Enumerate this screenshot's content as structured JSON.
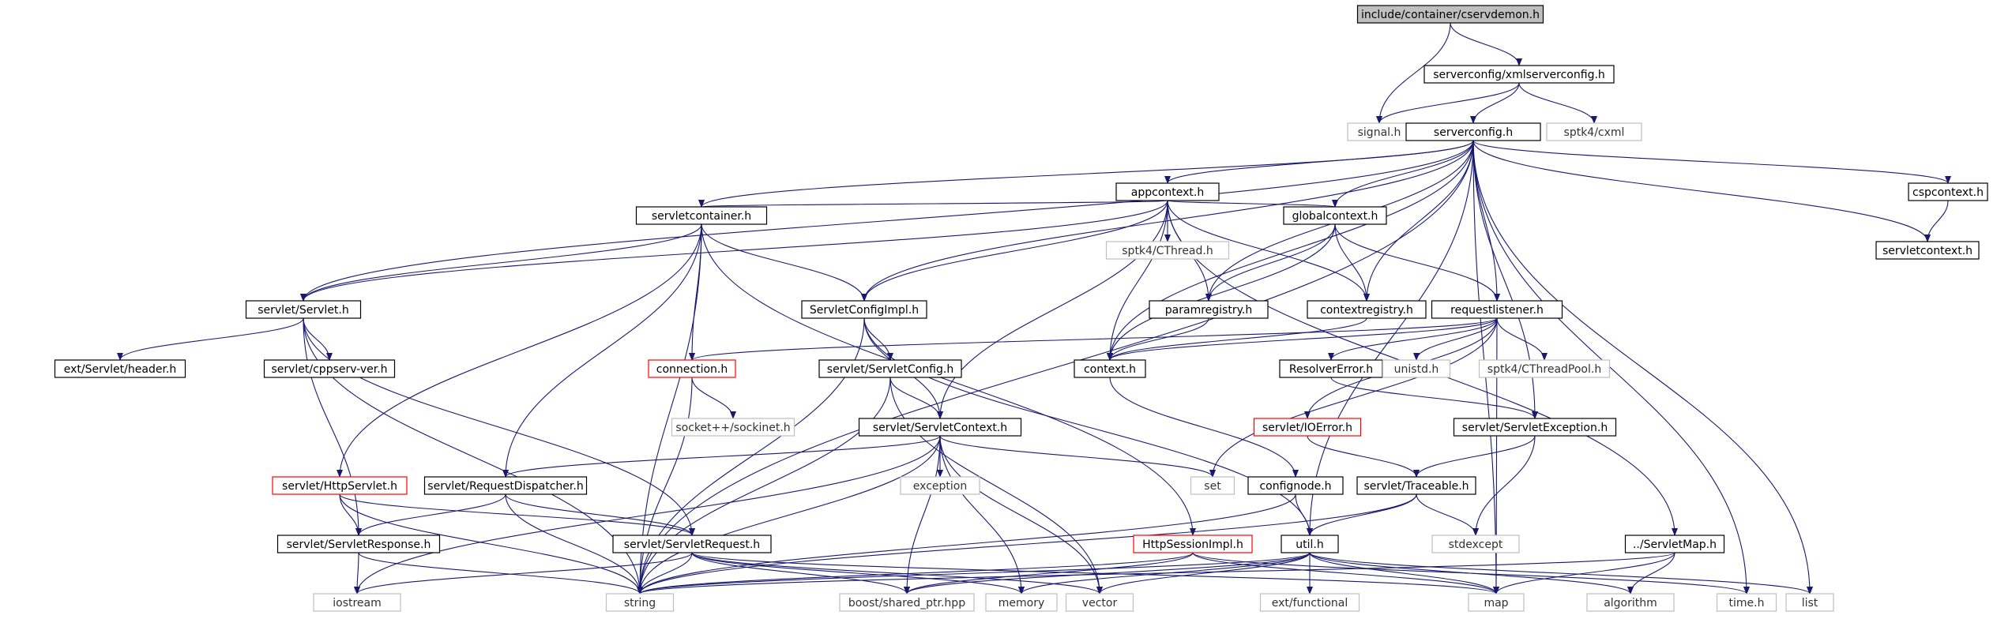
{
  "colors": {
    "edge": "#191970",
    "edge_external": "#a3a3a3",
    "node_border": "#000000",
    "node_border_error": "#ff0000",
    "node_border_external": "#bfbfbf",
    "root_fill": "#bfbfbf",
    "node_fill": "#ffffff",
    "text": "#000000",
    "text_external": "#333333"
  },
  "nodes": {
    "n_root": {
      "label": "include/container/cservdemon.h",
      "kind": "root"
    },
    "n_xmlsc": {
      "label": "serverconfig/xmlserverconfig.h",
      "kind": "normal"
    },
    "n_signal": {
      "label": "signal.h",
      "kind": "external"
    },
    "n_sc": {
      "label": "serverconfig.h",
      "kind": "normal"
    },
    "n_cxml": {
      "label": "sptk4/cxml",
      "kind": "external"
    },
    "n_cspctx": {
      "label": "cspcontext.h",
      "kind": "normal"
    },
    "n_servletctx": {
      "label": "servletcontext.h",
      "kind": "normal"
    },
    "n_appctx": {
      "label": "appcontext.h",
      "kind": "normal"
    },
    "n_cthread": {
      "label": "sptk4/CThread.h",
      "kind": "external"
    },
    "n_globalctx": {
      "label": "globalcontext.h",
      "kind": "normal"
    },
    "n_servletcont": {
      "label": "servletcontainer.h",
      "kind": "normal"
    },
    "n_servlet": {
      "label": "servlet/Servlet.h",
      "kind": "normal"
    },
    "n_scimpl": {
      "label": "ServletConfigImpl.h",
      "kind": "normal"
    },
    "n_paramreg": {
      "label": "paramregistry.h",
      "kind": "normal"
    },
    "n_ctxreg": {
      "label": "contextregistry.h",
      "kind": "normal"
    },
    "n_reqlist": {
      "label": "requestlistener.h",
      "kind": "normal"
    },
    "n_header": {
      "label": "ext/Servlet/header.h",
      "kind": "normal"
    },
    "n_cppserv": {
      "label": "servlet/cppserv-ver.h",
      "kind": "normal"
    },
    "n_conn": {
      "label": "connection.h",
      "kind": "error"
    },
    "n_sconfig": {
      "label": "servlet/ServletConfig.h",
      "kind": "normal"
    },
    "n_context": {
      "label": "context.h",
      "kind": "normal"
    },
    "n_resolver": {
      "label": "ResolverError.h",
      "kind": "normal"
    },
    "n_unistd": {
      "label": "unistd.h",
      "kind": "external"
    },
    "n_ctpool": {
      "label": "sptk4/CThreadPool.h",
      "kind": "external"
    },
    "n_sockinet": {
      "label": "socket++/sockinet.h",
      "kind": "external"
    },
    "n_sctx": {
      "label": "servlet/ServletContext.h",
      "kind": "normal"
    },
    "n_ioerror": {
      "label": "servlet/IOError.h",
      "kind": "error"
    },
    "n_sexc": {
      "label": "servlet/ServletException.h",
      "kind": "normal"
    },
    "n_httpservlet": {
      "label": "servlet/HttpServlet.h",
      "kind": "error"
    },
    "n_reqdisp": {
      "label": "servlet/RequestDispatcher.h",
      "kind": "normal"
    },
    "n_exception": {
      "label": "exception",
      "kind": "external"
    },
    "n_set": {
      "label": "set",
      "kind": "external"
    },
    "n_confignode": {
      "label": "confignode.h",
      "kind": "normal"
    },
    "n_traceable": {
      "label": "servlet/Traceable.h",
      "kind": "normal"
    },
    "n_sresp": {
      "label": "servlet/ServletResponse.h",
      "kind": "normal"
    },
    "n_sreq": {
      "label": "servlet/ServletRequest.h",
      "kind": "normal"
    },
    "n_httpsess": {
      "label": "HttpSessionImpl.h",
      "kind": "error"
    },
    "n_util": {
      "label": "util.h",
      "kind": "normal"
    },
    "n_stdexcept": {
      "label": "stdexcept",
      "kind": "external"
    },
    "n_smap": {
      "label": "../ServletMap.h",
      "kind": "normal"
    },
    "n_iostream": {
      "label": "iostream",
      "kind": "external"
    },
    "n_string": {
      "label": "string",
      "kind": "external"
    },
    "n_sharedptr": {
      "label": "boost/shared_ptr.hpp",
      "kind": "external"
    },
    "n_memory": {
      "label": "memory",
      "kind": "external"
    },
    "n_vector": {
      "label": "vector",
      "kind": "external"
    },
    "n_extfunc": {
      "label": "ext/functional",
      "kind": "external"
    },
    "n_map": {
      "label": "map",
      "kind": "external"
    },
    "n_algorithm": {
      "label": "algorithm",
      "kind": "external"
    },
    "n_time": {
      "label": "time.h",
      "kind": "external"
    },
    "n_list": {
      "label": "list",
      "kind": "external"
    }
  },
  "edges": [
    [
      "n_root",
      "n_xmlsc"
    ],
    [
      "n_root",
      "n_signal"
    ],
    [
      "n_xmlsc",
      "n_signal"
    ],
    [
      "n_xmlsc",
      "n_sc"
    ],
    [
      "n_xmlsc",
      "n_cxml"
    ],
    [
      "n_sc",
      "n_cspctx"
    ],
    [
      "n_sc",
      "n_servletctx"
    ],
    [
      "n_sc",
      "n_appctx"
    ],
    [
      "n_sc",
      "n_globalctx"
    ],
    [
      "n_sc",
      "n_servletcont"
    ],
    [
      "n_sc",
      "n_servlet"
    ],
    [
      "n_sc",
      "n_scimpl"
    ],
    [
      "n_sc",
      "n_paramreg"
    ],
    [
      "n_sc",
      "n_ctxreg"
    ],
    [
      "n_sc",
      "n_reqlist"
    ],
    [
      "n_sc",
      "n_context"
    ],
    [
      "n_sc",
      "n_sexc"
    ],
    [
      "n_sc",
      "n_util"
    ],
    [
      "n_sc",
      "n_string"
    ],
    [
      "n_sc",
      "n_map"
    ],
    [
      "n_sc",
      "n_time"
    ],
    [
      "n_sc",
      "n_list"
    ],
    [
      "n_cspctx",
      "n_servletctx"
    ],
    [
      "n_appctx",
      "n_cthread"
    ],
    [
      "n_appctx",
      "n_globalctx"
    ],
    [
      "n_appctx",
      "n_servletcont"
    ],
    [
      "n_appctx",
      "n_servlet"
    ],
    [
      "n_appctx",
      "n_scimpl"
    ],
    [
      "n_appctx",
      "n_paramreg"
    ],
    [
      "n_appctx",
      "n_ctxreg"
    ],
    [
      "n_appctx",
      "n_context"
    ],
    [
      "n_appctx",
      "n_sctx"
    ],
    [
      "n_appctx",
      "n_smap"
    ],
    [
      "n_globalctx",
      "n_paramreg"
    ],
    [
      "n_globalctx",
      "n_ctxreg"
    ],
    [
      "n_globalctx",
      "n_reqlist"
    ],
    [
      "n_globalctx",
      "n_context"
    ],
    [
      "n_servletcont",
      "n_servlet"
    ],
    [
      "n_servletcont",
      "n_scimpl"
    ],
    [
      "n_servletcont",
      "n_conn"
    ],
    [
      "n_servletcont",
      "n_httpservlet"
    ],
    [
      "n_servletcont",
      "n_reqdisp"
    ],
    [
      "n_servletcont",
      "n_httpsess"
    ],
    [
      "n_servletcont",
      "n_string"
    ],
    [
      "n_servlet",
      "n_header"
    ],
    [
      "n_servlet",
      "n_cppserv"
    ],
    [
      "n_servlet",
      "n_sresp"
    ],
    [
      "n_servlet",
      "n_sreq"
    ],
    [
      "n_servlet",
      "n_string"
    ],
    [
      "n_scimpl",
      "n_sconfig"
    ],
    [
      "n_scimpl",
      "n_sctx"
    ],
    [
      "n_scimpl",
      "n_util"
    ],
    [
      "n_scimpl",
      "n_string"
    ],
    [
      "n_paramreg",
      "n_context"
    ],
    [
      "n_ctxreg",
      "n_context"
    ],
    [
      "n_reqlist",
      "n_context"
    ],
    [
      "n_reqlist",
      "n_conn"
    ],
    [
      "n_reqlist",
      "n_resolver"
    ],
    [
      "n_reqlist",
      "n_unistd"
    ],
    [
      "n_reqlist",
      "n_ctpool"
    ],
    [
      "n_reqlist",
      "n_ioerror"
    ],
    [
      "n_reqlist",
      "n_set"
    ],
    [
      "n_reqlist",
      "n_map"
    ],
    [
      "n_conn",
      "n_sockinet"
    ],
    [
      "n_conn",
      "n_string"
    ],
    [
      "n_sconfig",
      "n_sctx"
    ],
    [
      "n_sconfig",
      "n_string"
    ],
    [
      "n_sconfig",
      "n_vector"
    ],
    [
      "n_context",
      "n_confignode"
    ],
    [
      "n_resolver",
      "n_sexc"
    ],
    [
      "n_sctx",
      "n_exception"
    ],
    [
      "n_sctx",
      "n_set"
    ],
    [
      "n_sctx",
      "n_reqdisp"
    ],
    [
      "n_sctx",
      "n_string"
    ],
    [
      "n_sctx",
      "n_sharedptr"
    ],
    [
      "n_sctx",
      "n_memory"
    ],
    [
      "n_sctx",
      "n_vector"
    ],
    [
      "n_sctx",
      "n_iostream"
    ],
    [
      "n_ioerror",
      "n_traceable"
    ],
    [
      "n_sexc",
      "n_traceable"
    ],
    [
      "n_sexc",
      "n_stdexcept"
    ],
    [
      "n_httpservlet",
      "n_sresp"
    ],
    [
      "n_httpservlet",
      "n_sreq"
    ],
    [
      "n_httpservlet",
      "n_string"
    ],
    [
      "n_reqdisp",
      "n_sresp"
    ],
    [
      "n_reqdisp",
      "n_sreq"
    ],
    [
      "n_reqdisp",
      "n_string"
    ],
    [
      "n_confignode",
      "n_util"
    ],
    [
      "n_confignode",
      "n_string"
    ],
    [
      "n_traceable",
      "n_stdexcept"
    ],
    [
      "n_traceable",
      "n_string"
    ],
    [
      "n_traceable",
      "n_util"
    ],
    [
      "n_sresp",
      "n_iostream"
    ],
    [
      "n_sresp",
      "n_string"
    ],
    [
      "n_sreq",
      "n_iostream"
    ],
    [
      "n_sreq",
      "n_string"
    ],
    [
      "n_sreq",
      "n_sharedptr"
    ],
    [
      "n_sreq",
      "n_memory"
    ],
    [
      "n_sreq",
      "n_map"
    ],
    [
      "n_sreq",
      "n_vector"
    ],
    [
      "n_httpsess",
      "n_string"
    ],
    [
      "n_httpsess",
      "n_sharedptr"
    ],
    [
      "n_httpsess",
      "n_map"
    ],
    [
      "n_httpsess",
      "n_time"
    ],
    [
      "n_util",
      "n_string"
    ],
    [
      "n_util",
      "n_vector"
    ],
    [
      "n_util",
      "n_map"
    ],
    [
      "n_util",
      "n_memory"
    ],
    [
      "n_util",
      "n_sharedptr"
    ],
    [
      "n_util",
      "n_extfunc"
    ],
    [
      "n_util",
      "n_algorithm"
    ],
    [
      "n_util",
      "n_list"
    ],
    [
      "n_smap",
      "n_map"
    ],
    [
      "n_smap",
      "n_algorithm"
    ],
    [
      "n_smap",
      "n_string"
    ]
  ]
}
